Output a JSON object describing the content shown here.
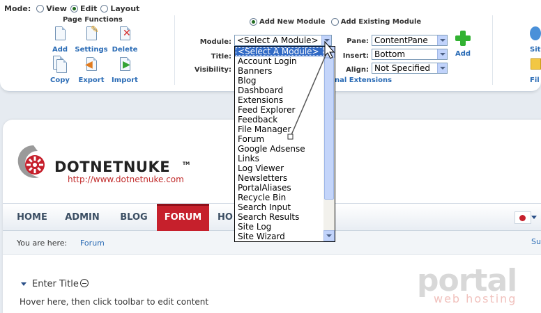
{
  "control_panel": {
    "mode": {
      "label": "Mode:",
      "options": [
        {
          "label": "View",
          "selected": false
        },
        {
          "label": "Edit",
          "selected": true
        },
        {
          "label": "Layout",
          "selected": false
        }
      ]
    },
    "page_functions": {
      "title": "Page Functions",
      "tools": [
        {
          "label": "Add",
          "icon": "add-page-icon"
        },
        {
          "label": "Settings",
          "icon": "settings-pencil-icon"
        },
        {
          "label": "Delete",
          "icon": "delete-page-icon"
        },
        {
          "label": "Copy",
          "icon": "copy-page-icon"
        },
        {
          "label": "Export",
          "icon": "export-page-icon"
        },
        {
          "label": "Import",
          "icon": "import-page-icon"
        }
      ]
    },
    "module_options": {
      "add_new": {
        "label": "Add New Module",
        "selected": true
      },
      "add_existing": {
        "label": "Add Existing Module",
        "selected": false
      }
    },
    "form": {
      "module_label": "Module:",
      "module_value": "<Select A Module>",
      "title_label": "Title:",
      "visibility_label": "Visibility:",
      "pane_label": "Pane:",
      "pane_value": "ContentPane",
      "insert_label": "Insert:",
      "insert_value": "Bottom",
      "align_label": "Align:",
      "align_value": "Not Specified",
      "add_label": "Add"
    },
    "extensions_link": "nal Extensions",
    "right_tools": {
      "top": "Sit",
      "bottom": "Fil"
    }
  },
  "module_dropdown": {
    "items": [
      {
        "label": "<Select A Module>",
        "selected": true
      },
      {
        "label": "Account Login"
      },
      {
        "label": "Banners"
      },
      {
        "label": "Blog"
      },
      {
        "label": "Dashboard"
      },
      {
        "label": "Extensions"
      },
      {
        "label": "Feed Explorer"
      },
      {
        "label": "Feedback"
      },
      {
        "label": "File Manager"
      },
      {
        "label": "Forum"
      },
      {
        "label": "Google Adsense"
      },
      {
        "label": "Links"
      },
      {
        "label": "Log Viewer"
      },
      {
        "label": "Newsletters"
      },
      {
        "label": "PortalAliases"
      },
      {
        "label": "Recycle Bin"
      },
      {
        "label": "Search Input"
      },
      {
        "label": "Search Results"
      },
      {
        "label": "Site Log"
      },
      {
        "label": "Site Wizard"
      }
    ]
  },
  "site": {
    "logo_text": "DOTNETNUKE",
    "logo_tm": "TM",
    "logo_url": "http://www.dotnetnuke.com",
    "menu": [
      {
        "label": "HOME",
        "active": false
      },
      {
        "label": "ADMIN",
        "active": false
      },
      {
        "label": "BLOG",
        "active": false
      },
      {
        "label": "FORUM",
        "active": true
      },
      {
        "label": "HO",
        "active": false
      }
    ],
    "breadcrumb": {
      "prefix": "You are here:",
      "current": "Forum",
      "right_link": "Su"
    },
    "pane": {
      "title": "Enter Title",
      "hover_text": "Hover here, then click toolbar to edit content"
    }
  },
  "watermark": {
    "brand": "portal",
    "tagline": "web hosting"
  },
  "colors": {
    "accent_blue": "#2a6bb5",
    "menu_active": "#c6202c",
    "selection": "#316ac5",
    "logo_red": "#c12a2a"
  }
}
